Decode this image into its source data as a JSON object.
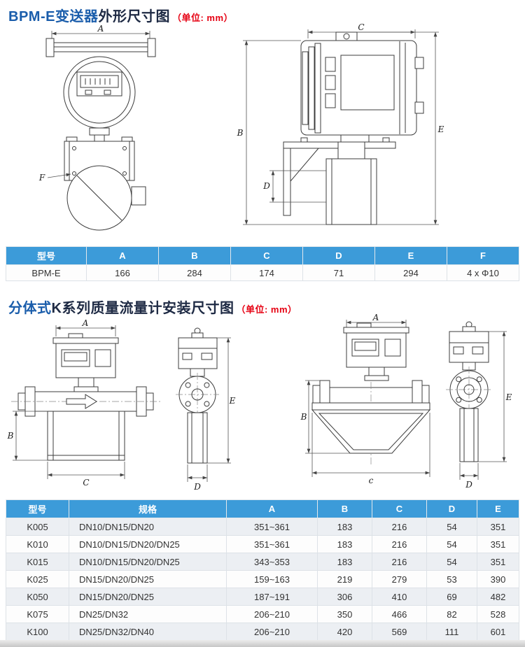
{
  "colors": {
    "header_blue": "#3c9bd9",
    "title_blue": "#1a5dab",
    "title_dark": "#1e2a44",
    "unit_red": "#e60012",
    "row_alt": "#eceff3"
  },
  "section_bpm": {
    "title_brand": "BPM-E变送器",
    "title_rest": "外形尺寸图",
    "unit_note": "（单位: mm）",
    "table": {
      "headers": [
        "型号",
        "A",
        "B",
        "C",
        "D",
        "E",
        "F"
      ],
      "rows": [
        [
          "BPM-E",
          "166",
          "284",
          "174",
          "71",
          "294",
          "4 x Φ10"
        ]
      ]
    }
  },
  "section_k": {
    "title_brand": "分体式",
    "title_rest": "K系列质量流量计安装尺寸图",
    "unit_note": "（单位: mm）",
    "table": {
      "headers": [
        "型号",
        "规格",
        "A",
        "B",
        "C",
        "D",
        "E"
      ],
      "rows": [
        [
          "K005",
          "DN10/DN15/DN20",
          "351~361",
          "183",
          "216",
          "54",
          "351"
        ],
        [
          "K010",
          "DN10/DN15/DN20/DN25",
          "351~361",
          "183",
          "216",
          "54",
          "351"
        ],
        [
          "K015",
          "DN10/DN15/DN20/DN25",
          "343~353",
          "183",
          "216",
          "54",
          "351"
        ],
        [
          "K025",
          "DN15/DN20/DN25",
          "159~163",
          "219",
          "279",
          "53",
          "390"
        ],
        [
          "K050",
          "DN15/DN20/DN25",
          "187~191",
          "306",
          "410",
          "69",
          "482"
        ],
        [
          "K075",
          "DN25/DN32",
          "206~210",
          "350",
          "466",
          "82",
          "528"
        ],
        [
          "K100",
          "DN25/DN32/DN40",
          "206~210",
          "420",
          "569",
          "111",
          "601"
        ]
      ]
    }
  },
  "drawings": {
    "bpm_front": {
      "top": "A",
      "callout": "F"
    },
    "bpm_side": {
      "top": "C",
      "left": "B",
      "left_small": "D",
      "right": "E"
    },
    "k_front": {
      "top": "A",
      "left": "B",
      "bottom": "C"
    },
    "k_side": {
      "bottom": "D",
      "right": "E"
    },
    "k_wedge_front": {
      "top": "A",
      "left": "B",
      "bottom": "c"
    },
    "k_wedge_side": {
      "bottom": "D",
      "right": "E"
    }
  }
}
